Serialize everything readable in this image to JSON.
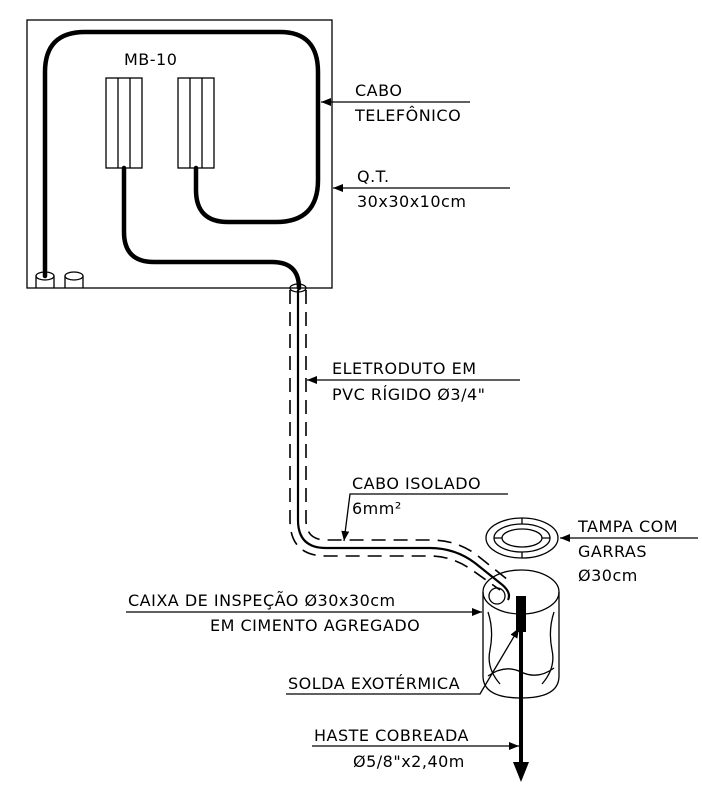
{
  "labels": {
    "mb10": "MB-10",
    "cabo_tel_1": "CABO",
    "cabo_tel_2": "TELEFÔNICO",
    "qt_1": "Q.T.",
    "qt_2": "30x30x10cm",
    "eletroduto_1": "ELETRODUTO EM",
    "eletroduto_2": "PVC RÍGIDO Ø3/4\"",
    "cabo_isolado_1": "CABO ISOLADO",
    "cabo_isolado_2": "6mm²",
    "tampa_1": "TAMPA COM",
    "tampa_2": "GARRAS",
    "tampa_3": "Ø30cm",
    "caixa_1": "CAIXA DE INSPEÇÃO Ø30x30cm",
    "caixa_2": "EM CIMENTO AGREGADO",
    "solda": "SOLDA EXOTÉRMICA",
    "haste_1": "HASTE COBREADA",
    "haste_2": "Ø5/8\"x2,40m"
  }
}
